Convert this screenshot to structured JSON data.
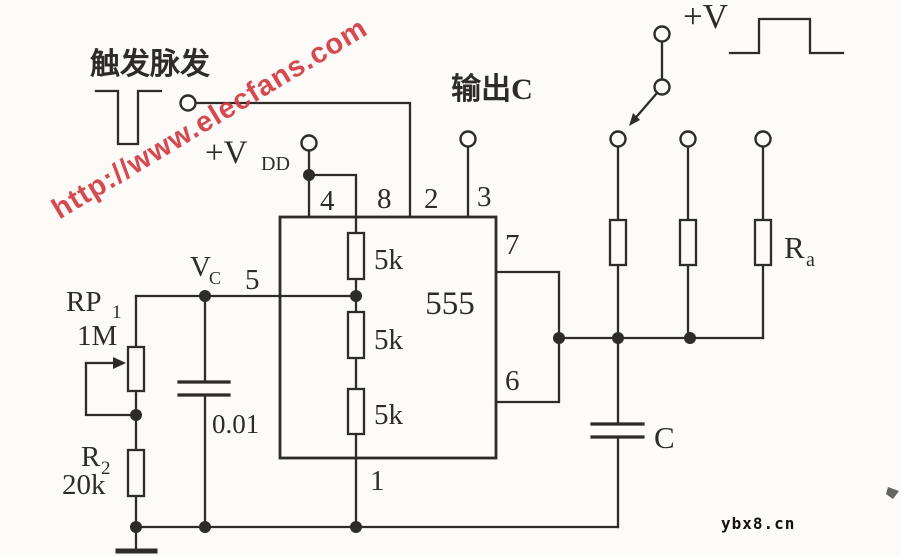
{
  "page": {
    "background": "#fcfbf8",
    "ink": "#2f2b27"
  },
  "watermark": {
    "text": "http://www.elecfans.com",
    "color": "#d23b43"
  },
  "footer": {
    "site": "ybx8.cn"
  },
  "labels": {
    "trigger": "触发脉发",
    "output_c": "输出C",
    "vdd_plus": "+V",
    "vdd_sub": "DD",
    "supply": "+V",
    "vc_main": "V",
    "vc_sub": "C",
    "ic": "555",
    "pin1": "1",
    "pin2": "2",
    "pin3": "3",
    "pin4": "4",
    "pin5": "5",
    "pin6": "6",
    "pin7": "7",
    "pin8": "8",
    "r_internal_1": "5k",
    "r_internal_2": "5k",
    "r_internal_3": "5k",
    "rp1_name": "RP",
    "rp1_sub": "1",
    "rp1_value": "1M",
    "r2_name": "R",
    "r2_sub": "2",
    "r2_value": "20k",
    "cap_control": "0.01",
    "cap_timing": "C",
    "ra_name": "R",
    "ra_sub": "a"
  }
}
